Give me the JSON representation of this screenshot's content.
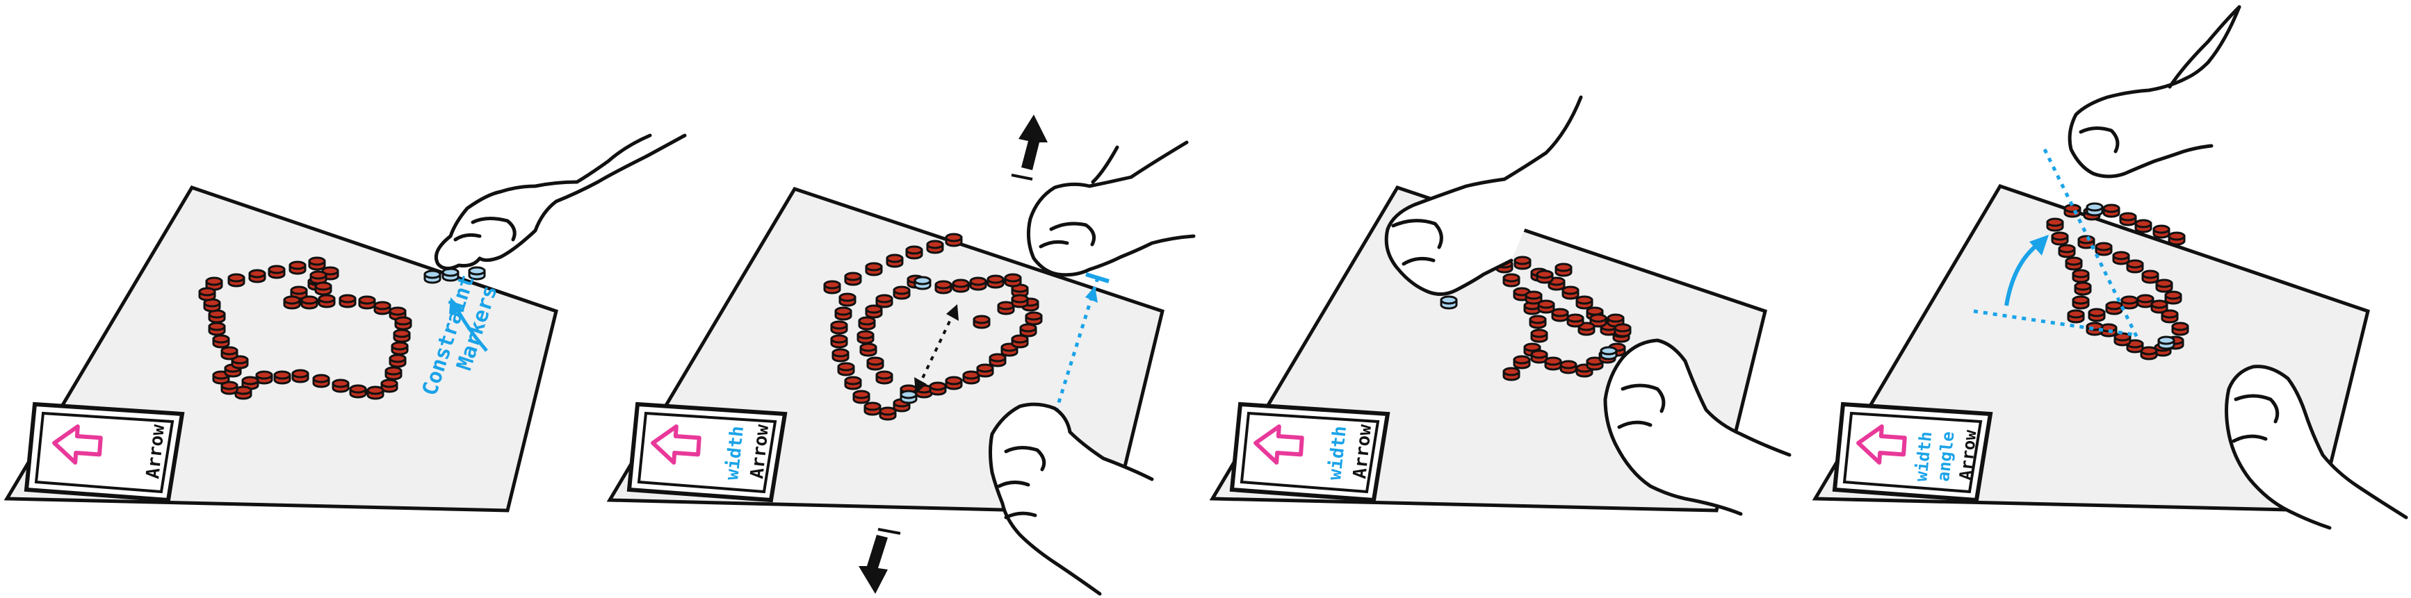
{
  "labels": {
    "constraint_markers_line1": "Constraint",
    "constraint_markers_line2": "Markers"
  },
  "cards": {
    "panel1": {
      "lines": [
        "Arrow"
      ]
    },
    "panel2": {
      "lines": [
        "width",
        "Arrow"
      ]
    },
    "panel3": {
      "lines": [
        "width",
        "Arrow"
      ]
    },
    "panel4": {
      "lines": [
        "width",
        "angle",
        "Arrow"
      ]
    }
  },
  "colors": {
    "token_red": "#c0301e",
    "token_blue": "#a8d4ee",
    "accent_blue": "#1aa3e8",
    "arrow_pink": "#e8399a",
    "mat_gray": "#f0f0f0",
    "ink": "#111111"
  },
  "icons": {
    "card_symbol": "hollow-arrow-icon",
    "hand": "hand-icon",
    "drag_arrow": "double-headed-arrow-icon"
  }
}
